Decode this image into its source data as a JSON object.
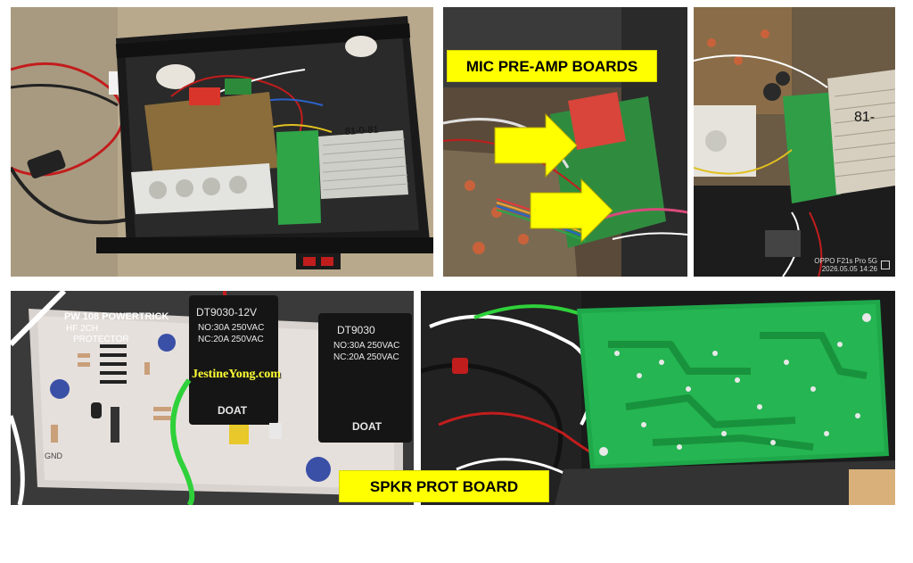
{
  "callouts": {
    "mic_preamp": "MIC PRE-AMP BOARDS",
    "spkr_prot": "SPKR PROT BOARD"
  },
  "amp_board_label": "81-0-81",
  "closeup_board_label": "81-",
  "watermark": "JestineYong.com",
  "camera_stamp": {
    "model": "OPPO F21s Pro 5G",
    "datetime": "2026.05.05 14:26"
  },
  "relay_1": {
    "model": "DT9030-12V",
    "rating_no": "NO:30A 250VAC",
    "rating_nc": "NC:20A 250VAC",
    "brand": "DOAT"
  },
  "relay_2": {
    "model": "DT9030",
    "rating_no": "NO:30A 250VAC",
    "rating_nc": "NC:20A 250VAC",
    "brand": "DOAT"
  },
  "pcb_silkscreen": {
    "line1": "PW 108 POWERTRICK",
    "line2": "HF    2CH",
    "line3": "PROTECTOR",
    "gnd": "GND"
  },
  "colors": {
    "callout_bg": "#ffff00",
    "arrow_fill": "#ffff00",
    "pcb_green": "#1fa84a",
    "chassis_black": "#1a1a1a",
    "heatsink_silver": "#cfcfc9"
  }
}
